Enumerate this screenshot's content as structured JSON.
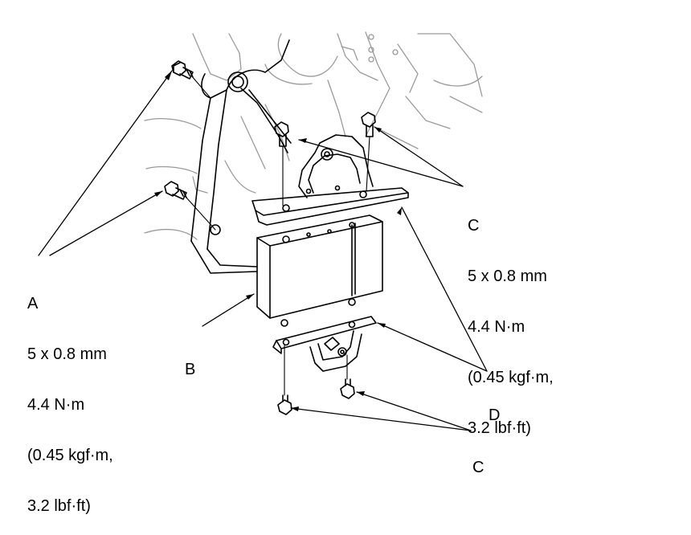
{
  "colors": {
    "line": "#000000",
    "background": "#ffffff",
    "engine_gray": "#9a9a9a"
  },
  "callouts": {
    "a": {
      "letter": "A",
      "spec": [
        "5 x 0.8 mm",
        "4.4 N·m",
        "(0.45 kgf·m,",
        "3.2 lbf·ft)"
      ]
    },
    "b": {
      "letter": "B"
    },
    "c_upper": {
      "letter": "C",
      "spec": [
        "5 x 0.8 mm",
        "4.4 N·m",
        "(0.45 kgf·m,",
        "3.2 lbf·ft)"
      ]
    },
    "c_lower": {
      "letter": "C"
    },
    "d": {
      "letter": "D"
    }
  }
}
